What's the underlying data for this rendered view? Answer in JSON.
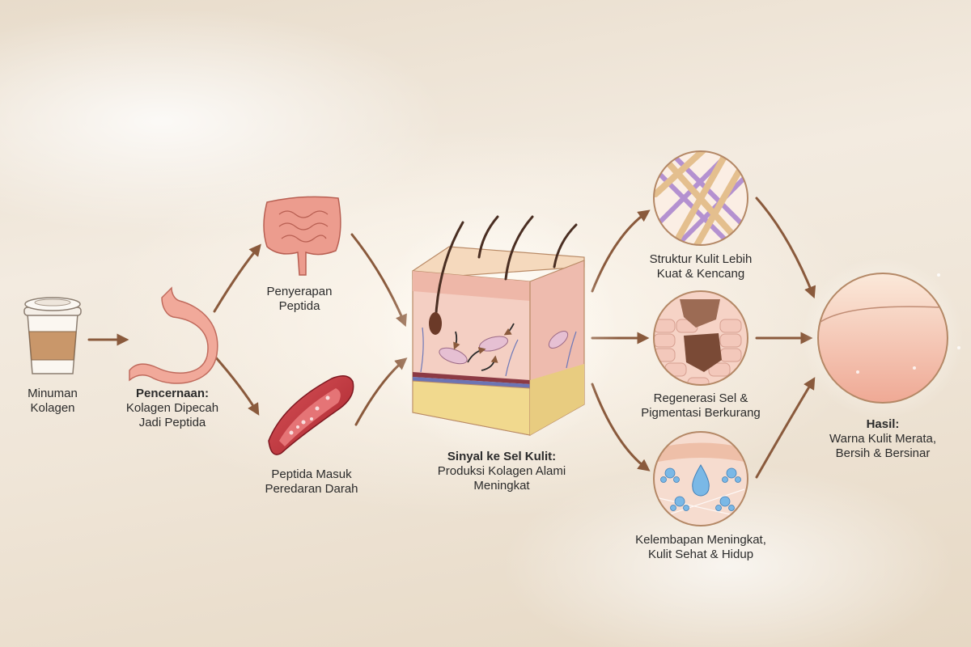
{
  "diagram": {
    "type": "process-flow",
    "topic": "Collagen drink pathway to skin",
    "colors": {
      "arrow": "#8a5a3c",
      "text": "#2b2b2b",
      "background": "#efe5d7"
    },
    "steps": [
      {
        "id": "drink",
        "icon": "coffee-cup-icon",
        "title": "",
        "line1": "Minuman",
        "line2": "Kolagen",
        "line3": ""
      },
      {
        "id": "digestion",
        "icon": "stomach-icon",
        "title": "Pencernaan:",
        "line1": "Kolagen Dipecah",
        "line2": "Jadi Peptida",
        "line3": ""
      },
      {
        "id": "absorption",
        "icon": "intestine-icon",
        "title": "",
        "line1": "Penyerapan",
        "line2": "Peptida",
        "line3": ""
      },
      {
        "id": "bloodstream",
        "icon": "blood-vessel-icon",
        "title": "",
        "line1": "Peptida Masuk",
        "line2": "Peredaran Darah",
        "line3": ""
      },
      {
        "id": "skin-signal",
        "icon": "skin-cross-section-icon",
        "title": "Sinyal ke Sel Kulit:",
        "line1": "Produksi Kolagen Alami",
        "line2": "Meningkat",
        "line3": ""
      },
      {
        "id": "structure",
        "icon": "collagen-fiber-icon",
        "title": "",
        "line1": "Struktur Kulit Lebih",
        "line2": "Kuat & Kencang",
        "line3": ""
      },
      {
        "id": "regeneration",
        "icon": "skin-cells-icon",
        "title": "",
        "line1": "Regenerasi Sel &",
        "line2": "Pigmentasi Berkurang",
        "line3": ""
      },
      {
        "id": "hydration",
        "icon": "water-molecule-icon",
        "title": "",
        "line1": "Kelembapan Meningkat,",
        "line2": "Kulit Sehat & Hidup",
        "line3": ""
      },
      {
        "id": "result",
        "icon": "glowing-skin-icon",
        "title": "Hasil:",
        "line1": "Warna Kulit Merata,",
        "line2": "Bersih & Bersinar",
        "line3": ""
      }
    ],
    "edges": [
      [
        "drink",
        "digestion"
      ],
      [
        "digestion",
        "absorption"
      ],
      [
        "digestion",
        "bloodstream"
      ],
      [
        "absorption",
        "skin-signal"
      ],
      [
        "bloodstream",
        "skin-signal"
      ],
      [
        "skin-signal",
        "structure"
      ],
      [
        "skin-signal",
        "regeneration"
      ],
      [
        "skin-signal",
        "hydration"
      ],
      [
        "structure",
        "result"
      ],
      [
        "regeneration",
        "result"
      ],
      [
        "hydration",
        "result"
      ]
    ]
  }
}
